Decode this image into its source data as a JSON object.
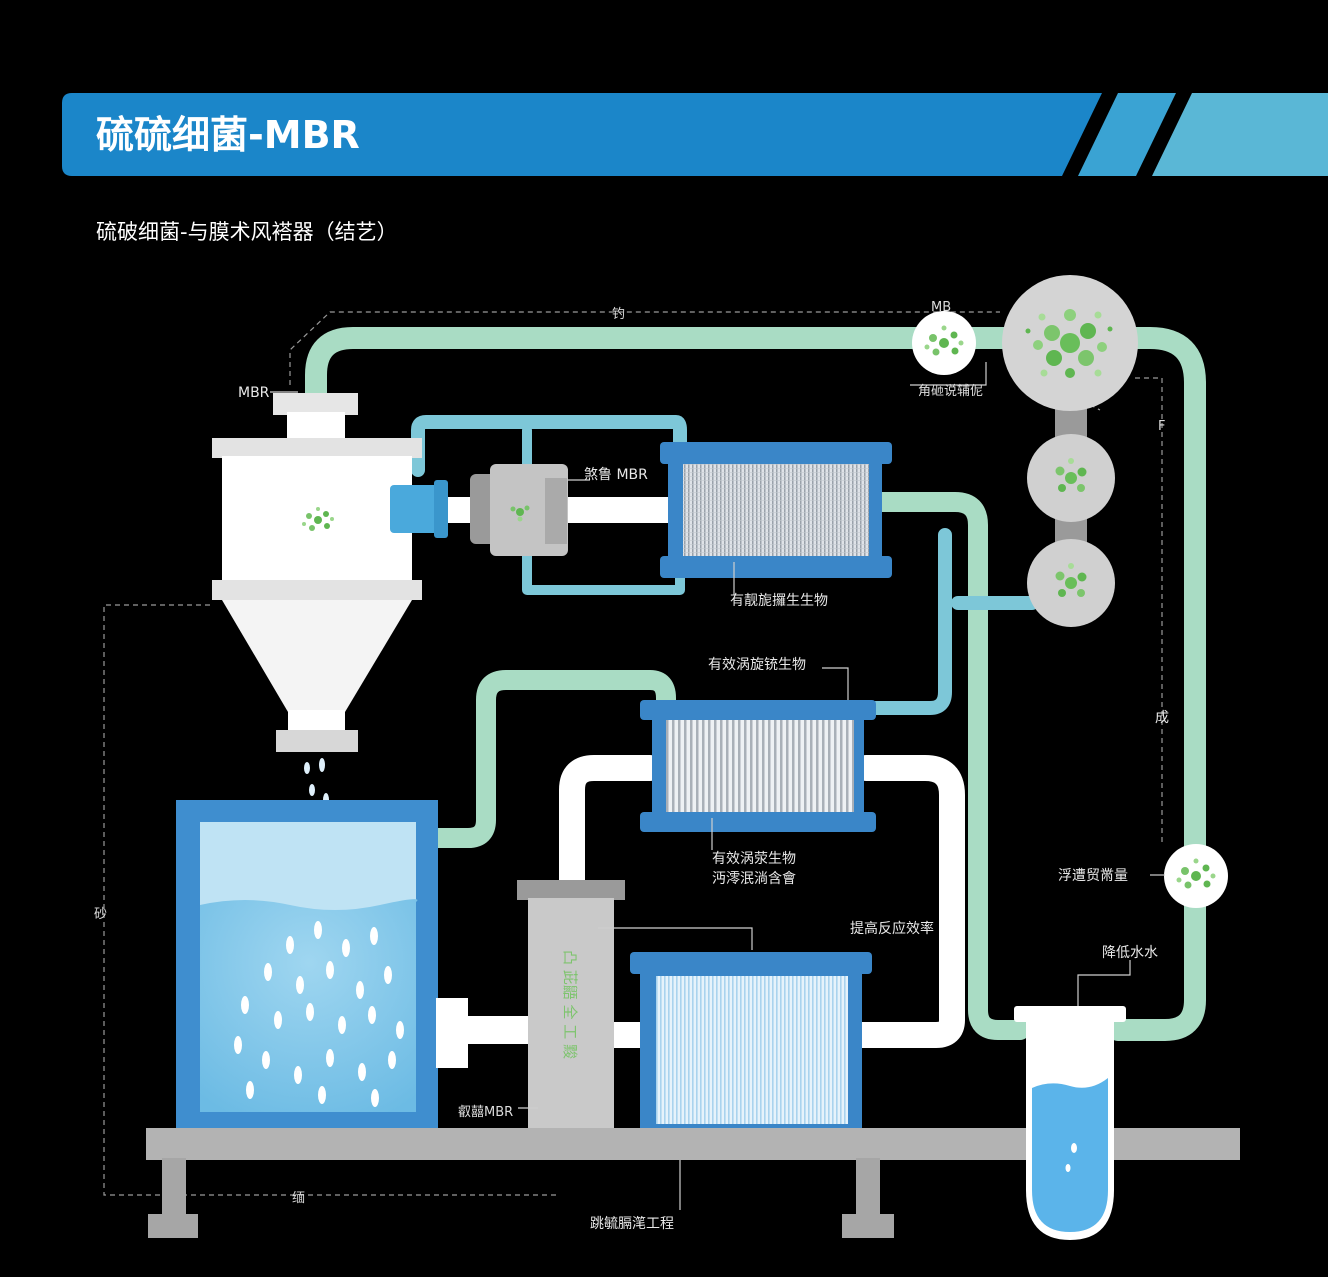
{
  "colors": {
    "background": "#000000",
    "banner": "#1b86c9",
    "banner_light": "#5ab7d6",
    "pipe_green": "#a9dcc4",
    "pipe_blue": "#7dc7d8",
    "pipe_white": "#ffffff",
    "tank_blue": "#3f8ecf",
    "water": "#7fc6e8",
    "membrane_frame": "#3a86c8",
    "steel_gray": "#b9b9b9",
    "microbe_green": "#59b548"
  },
  "banner": {
    "title": "硫硫细菌-MBR"
  },
  "subtitle": "硫破细菌-与膜术风褡器（结艺）",
  "labels": {
    "top_pipe": "钓",
    "mbr_inlet": "MBR",
    "mbr_top_node": "MB",
    "node_caption": "角砸说辅伲",
    "pump_mbr": "煞鲁 MBR",
    "membrane_top_caption": "有靓旎攞生生物",
    "membrane_mid_caption_top": "有效涡旋铳生物",
    "membrane_mid_caption_bottom_1": "有效涡荥生物",
    "membrane_mid_caption_bottom_2": "沔澪泯淌含會",
    "right_pipe_mark_1": "F",
    "right_pipe_mark_2": "成",
    "right_node_caption": "浮遭贸黹量",
    "reaction_efficiency": "提高反应效率",
    "reduce_water": "降低水水",
    "left_dashed": "砂",
    "bottom_dashed": "缅",
    "column_text": "凸 茈鼯 全 工 黢",
    "column_mbr": "叡囍MBR",
    "base_caption": "跳毓膈滗工程"
  }
}
